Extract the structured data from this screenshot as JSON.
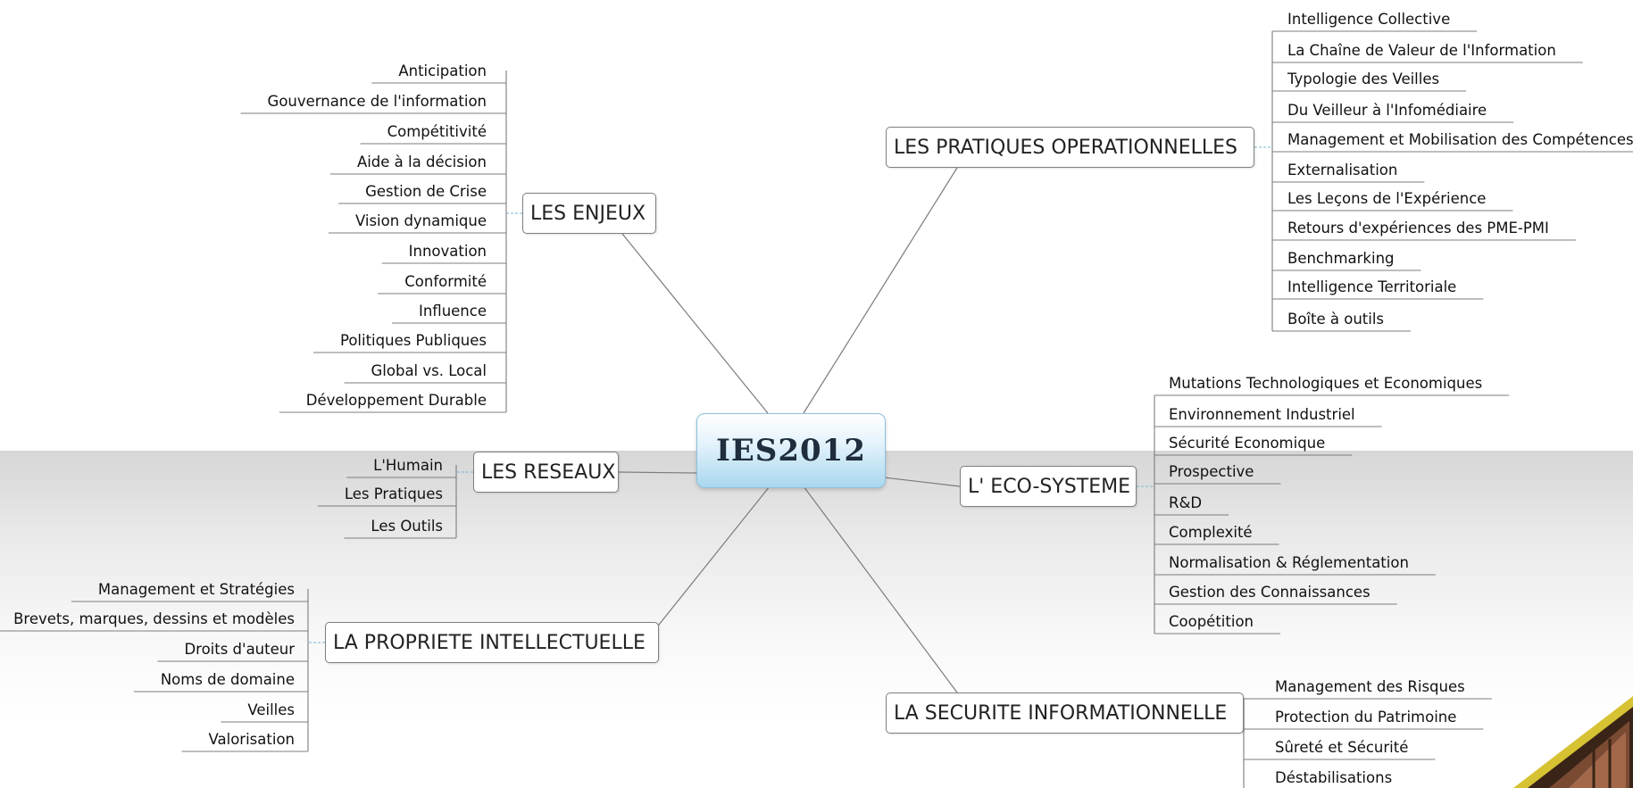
{
  "center": "IES2012",
  "branches": {
    "enjeux": {
      "label": "LES ENJEUX",
      "items": [
        "Anticipation",
        "Gouvernance de l'information",
        "Compétitivité",
        "Aide à la décision",
        "Gestion de Crise",
        "Vision dynamique",
        "Innovation",
        "Conformité",
        "Influence",
        "Politiques Publiques",
        "Global vs. Local",
        "Développement Durable"
      ]
    },
    "reseaux": {
      "label": "LES RESEAUX",
      "items": [
        "L'Humain",
        "Les Pratiques",
        "Les Outils"
      ]
    },
    "propriete": {
      "label": "LA PROPRIETE INTELLECTUELLE",
      "items": [
        "Management et Stratégies",
        "Brevets, marques, dessins et modèles",
        "Droits d'auteur",
        "Noms de domaine",
        "Veilles",
        "Valorisation"
      ]
    },
    "pratiques": {
      "label": "LES PRATIQUES OPERATIONNELLES",
      "items": [
        "Intelligence Collective",
        "La Chaîne de Valeur de l'Information",
        "Typologie des Veilles",
        "Du Veilleur à l'Infomédiaire",
        "Management et Mobilisation des Compétences",
        "Externalisation",
        "Les Leçons de l'Expérience",
        "Retours d'expériences des PME-PMI",
        "Benchmarking",
        "Intelligence Territoriale",
        "Boîte à outils"
      ]
    },
    "ecosysteme": {
      "label": "L' ECO-SYSTEME",
      "items": [
        "Mutations Technologiques et Economiques",
        "Environnement Industriel",
        "Sécurité Economique",
        "Prospective",
        "R&D",
        "Complexité",
        "Normalisation & Réglementation",
        "Gestion des Connaissances",
        "Coopétition"
      ]
    },
    "securite": {
      "label": "LA SECURITE INFORMATIONNELLE",
      "items": [
        "Management des Risques",
        "Protection du Patrimoine",
        "Sûreté et Sécurité",
        "Déstabilisations"
      ]
    }
  },
  "colors": {
    "line": "#7c7c7c",
    "connector": "#7ab6d6",
    "center_fill": "#a9d7ee"
  }
}
